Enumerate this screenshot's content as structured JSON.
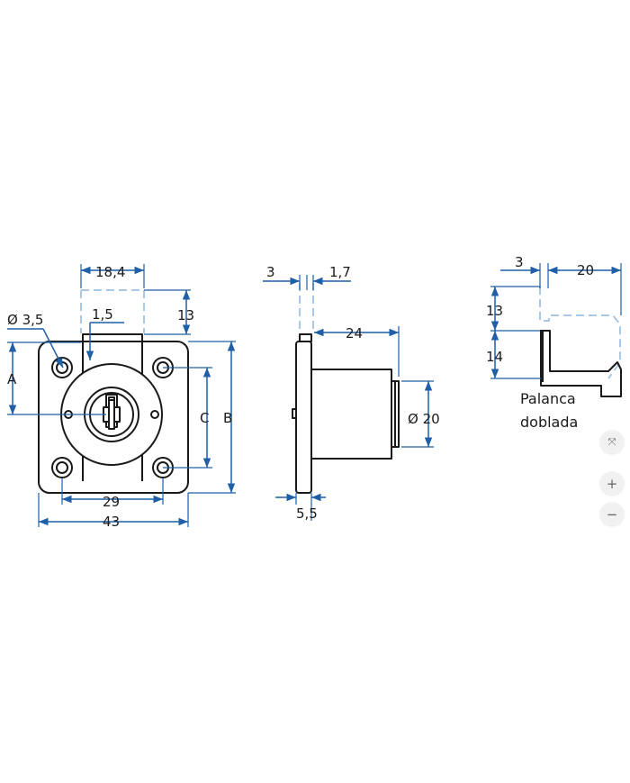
{
  "front_view": {
    "dims": {
      "width_top": "18,4",
      "hole_dia": "Ø 3,5",
      "offset": "1,5",
      "height_13": "13",
      "label_a": "A",
      "label_b": "B",
      "label_c": "C",
      "holes_spacing": "29",
      "overall_width": "43"
    }
  },
  "side_view": {
    "dims": {
      "t3": "3",
      "t17": "1,7",
      "length": "24",
      "diameter": "Ø 20",
      "flange": "5,5"
    }
  },
  "lever_view": {
    "dims": {
      "t3": "3",
      "t20": "20",
      "t13": "13",
      "t14": "14"
    },
    "caption_line1": "Palanca",
    "caption_line2": "doblada"
  },
  "zoom_controls": {
    "fit": "⤧",
    "zoom_in": "+",
    "zoom_out": "−"
  }
}
